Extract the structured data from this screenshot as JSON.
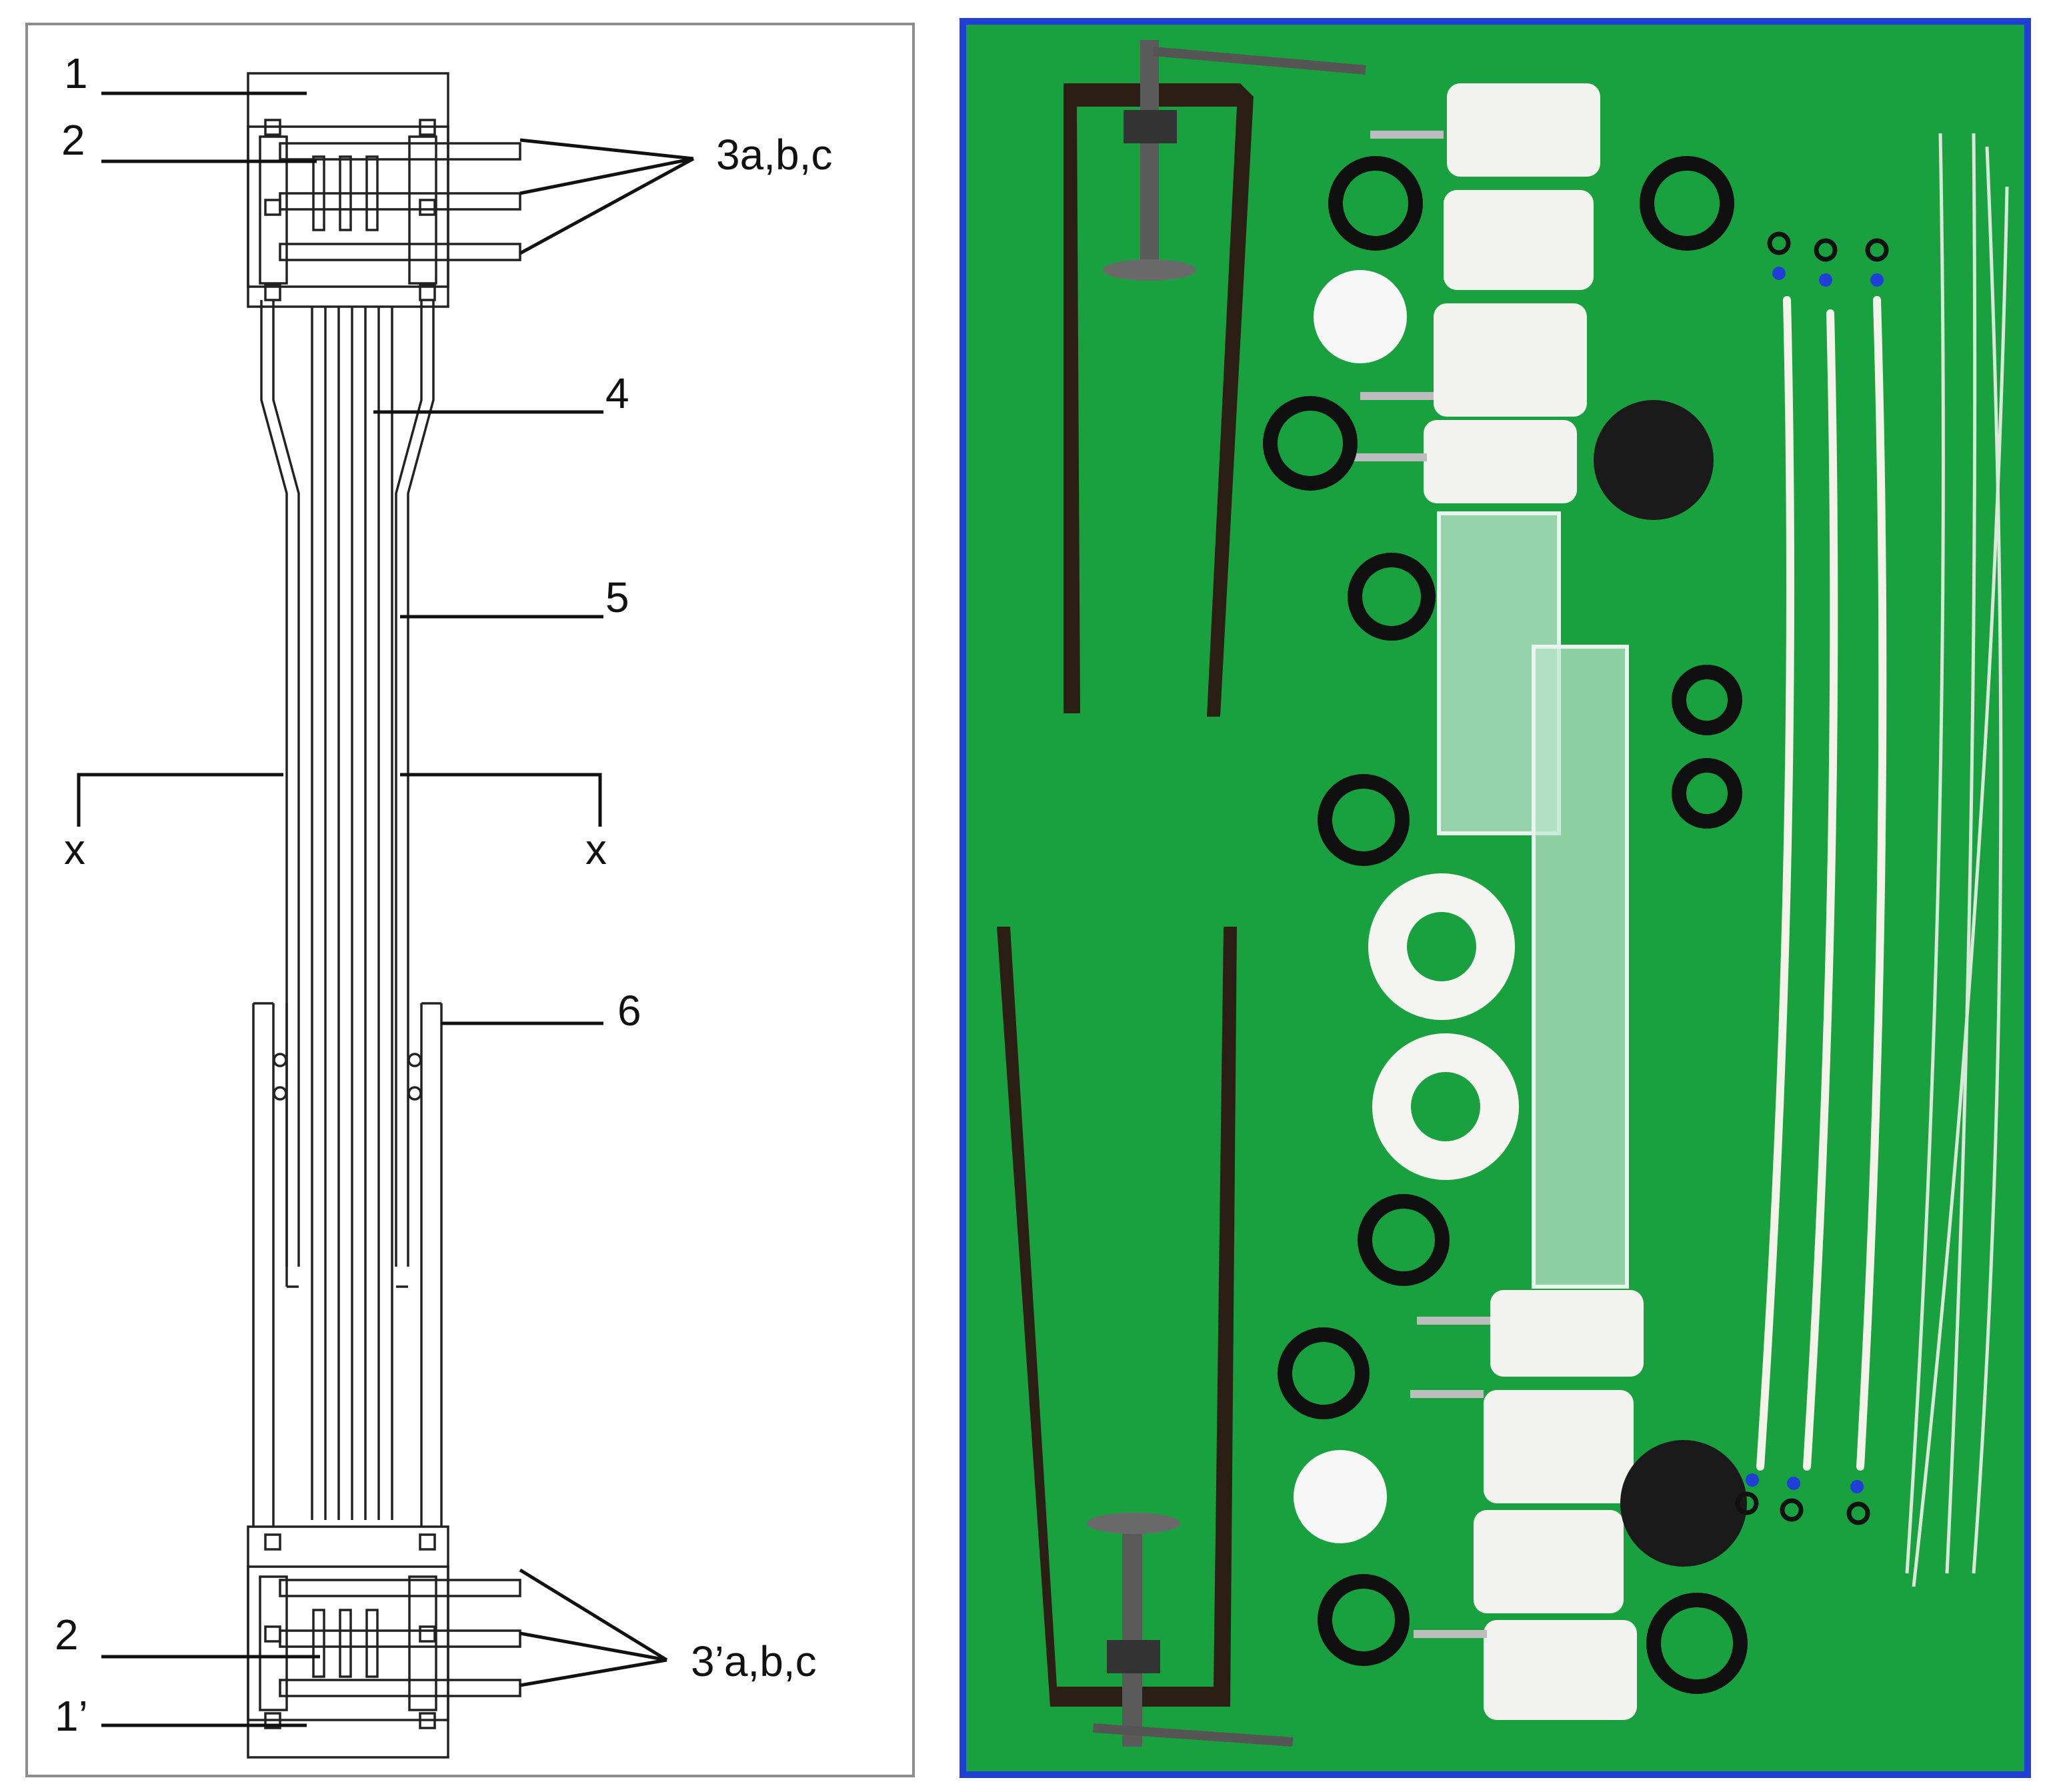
{
  "colors": {
    "panel_background": "#1aa13f",
    "panel_border": "#1f3fd6",
    "diagram_border": "#8c8c8c"
  },
  "schematic": {
    "labels": {
      "part_1": "1",
      "part_2_top": "2",
      "part_3": "3a,b,c",
      "part_4": "4",
      "part_5": "5",
      "section_left": "x",
      "section_right": "x",
      "part_6": "6",
      "part_2_bottom": "2",
      "part_3_prime": "3’a,b,c",
      "part_1_prime": "1’"
    }
  },
  "photo": {
    "subject": "disassembled cell components on green background"
  }
}
